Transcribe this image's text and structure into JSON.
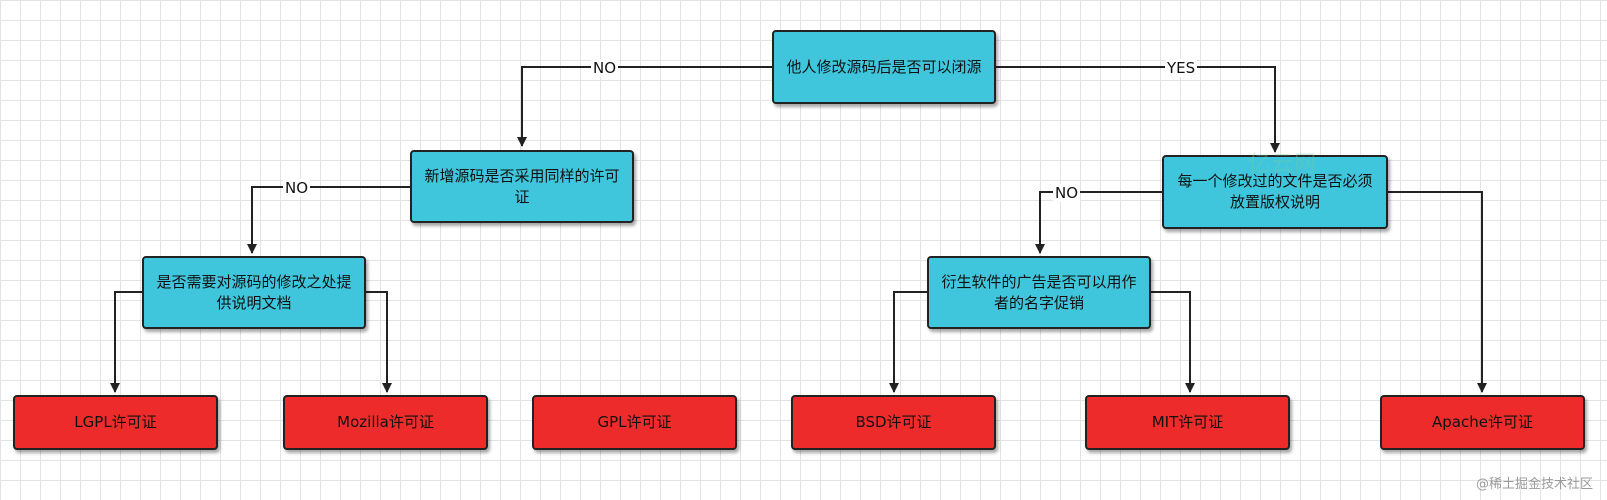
{
  "decisions": {
    "root": "他人修改源码后是否可以闭源",
    "same_license": "新增源码是否采用同样的许可证",
    "doc_required": "是否需要对源码的修改之处提供说明文档",
    "copyright_notice": "每一个修改过的文件是否必须放置版权说明",
    "author_name": "衍生软件的广告是否可以用作者的名字促销"
  },
  "licenses": {
    "lgpl": "LGPL许可证",
    "mozilla": "Mozilla许可证",
    "gpl": "GPL许可证",
    "bsd": "BSD许可证",
    "mit": "MIT许可证",
    "apache": "Apache许可证"
  },
  "edge_labels": {
    "root_no": "NO",
    "root_yes": "YES",
    "same_license_no": "NO",
    "copyright_no": "NO"
  },
  "watermark": "@稀土掘金技术社区",
  "faint_mark": "亿云网",
  "colors": {
    "decision_fill": "#3fc6dc",
    "license_fill": "#ee2b2b",
    "edge": "#222222"
  }
}
